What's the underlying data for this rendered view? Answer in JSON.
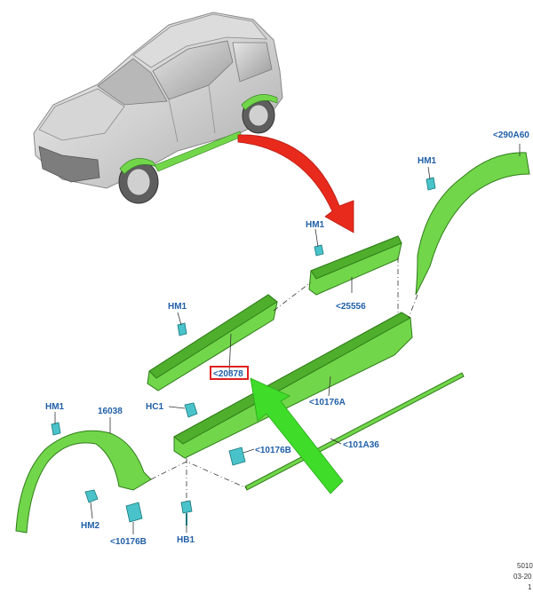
{
  "labels": {
    "hm1_a": "HM1",
    "hm1_b": "HM1",
    "hm1_c": "HM1",
    "hm1_d": "HM1",
    "p290a60": "<290A60",
    "p25556": "<25556",
    "p20878": "<20878",
    "p10176a": "<10176A",
    "p16038": "16038",
    "hc1": "HC1",
    "p10176b_a": "<10176B",
    "p101a36": "<101A36",
    "hm2": "HM2",
    "p10176b_b": "<10176B",
    "hb1": "HB1"
  },
  "footer": {
    "line1": "5010",
    "line2": "03-20",
    "line3": "1"
  },
  "colors": {
    "part_green": "#72d64a",
    "label_blue": "#1f5fa8",
    "highlight_red": "#e02020",
    "arrow_red": "#e82a1c",
    "arrow_green": "#3fdc2a",
    "clip_cyan": "#49c3c9"
  }
}
